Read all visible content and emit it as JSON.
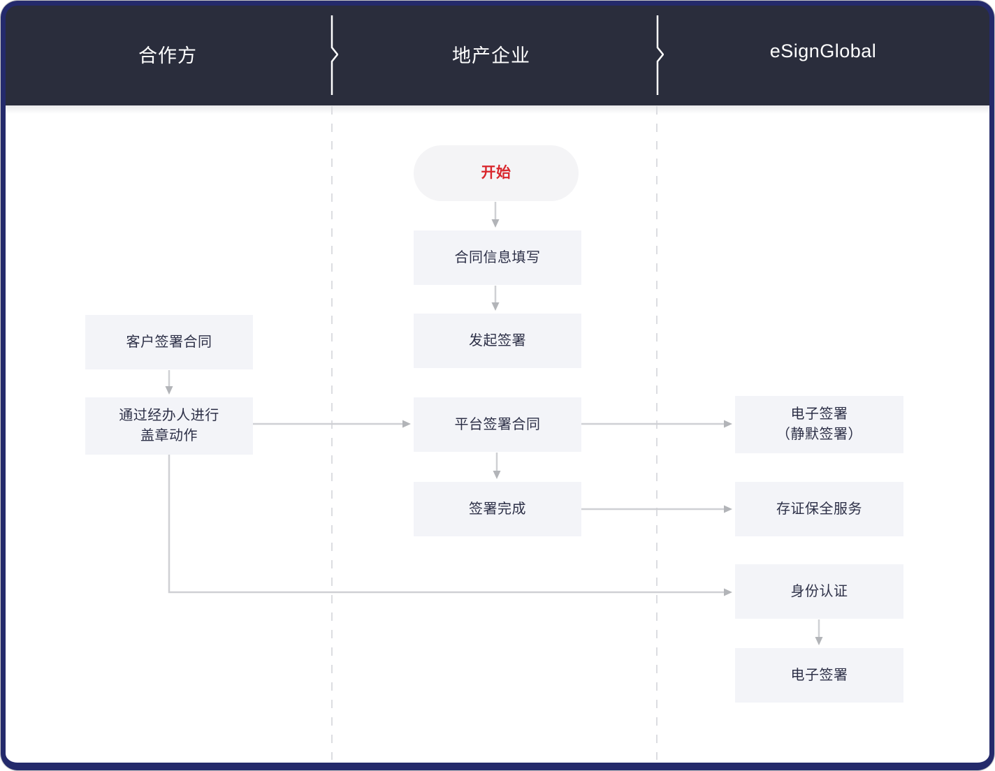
{
  "header": {
    "lanes": [
      {
        "id": "partner",
        "label": "合作方"
      },
      {
        "id": "real-estate",
        "label": "地产企业"
      },
      {
        "id": "esignglobal",
        "label": "eSignGlobal"
      }
    ]
  },
  "flow": {
    "start": {
      "label": "开始"
    },
    "nodes": {
      "customer_sign": {
        "label": "客户签署合同"
      },
      "stamp_via_agent": {
        "line1": "通过经办人进行",
        "line2": "盖章动作"
      },
      "fill_contract": {
        "label": "合同信息填写"
      },
      "initiate_sign": {
        "label": "发起签署"
      },
      "platform_sign": {
        "label": "平台签署合同"
      },
      "sign_complete": {
        "label": "签署完成"
      },
      "esign_silent": {
        "line1": "电子签署",
        "line2": "（静默签署）"
      },
      "evidence_service": {
        "label": "存证保全服务"
      },
      "identity_auth": {
        "label": "身份认证"
      },
      "esign_final": {
        "label": "电子签署"
      }
    }
  },
  "colors": {
    "frame_border": "#242a6b",
    "header_bg": "#2a2d3c",
    "header_text": "#ffffff",
    "node_bg": "#f3f4f8",
    "node_text": "#2d3047",
    "start_text": "#d9262c",
    "connector_line": "#cfd0d4",
    "connector_arrow": "#b2b4b8",
    "lane_divider": "#dcdde1"
  }
}
